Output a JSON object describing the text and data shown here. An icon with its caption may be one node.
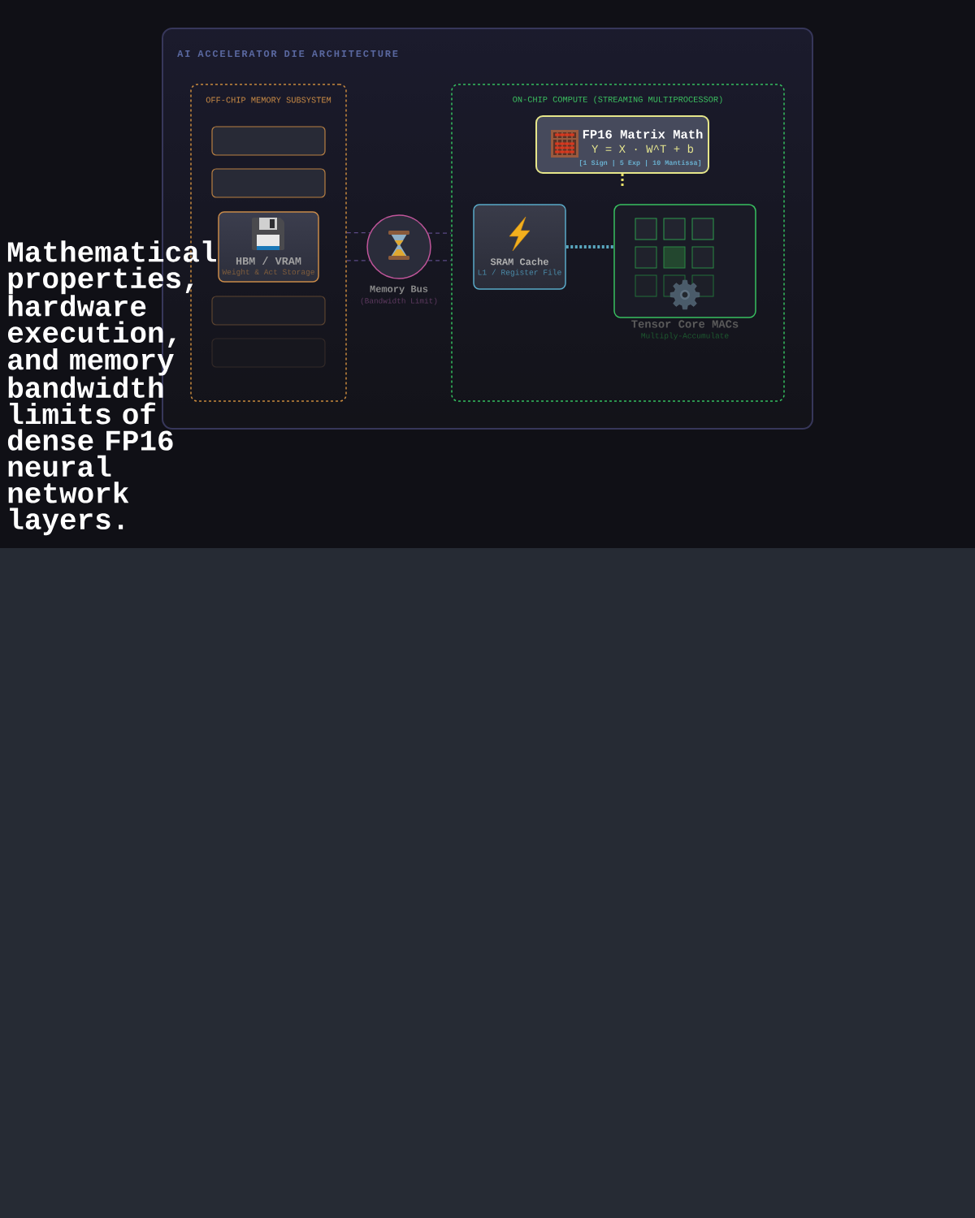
{
  "diagram": {
    "title": "Mathematical properties, hardware execution, and memory bandwidth limits of dense FP16 neural network layers.",
    "nodes": [
      {
        "text": [
          "AI ACCELERATOR DIE ARCHITECTURE"
        ]
      },
      {
        "text": [
          "OFF-CHIP MEMORY SUBSYSTEM"
        ],
        "in": 0
      },
      {
        "text": [],
        "shape": "box",
        "in": 1
      },
      {
        "text": [],
        "shape": "box",
        "in": 1
      },
      {
        "text": [
          "HBM / VRAM",
          "Weight & Act Storage"
        ],
        "in": 1
      },
      {
        "text": [],
        "shape": "box",
        "in": 1
      },
      {
        "text": [],
        "shape": "box",
        "in": 1
      },
      {
        "text": [
          "Memory Bus",
          "(Bandwidth Limit)"
        ],
        "in": 0
      },
      {
        "text": [
          "ON-CHIP COMPUTE (STREAMING MULTIPROCESSOR)"
        ],
        "in": 0
      },
      {
        "text": [
          "FP16 Matrix Math",
          "Y = X · W^T + b",
          "[1 Sign | 5 Exp | 10 Mantissa]"
        ],
        "in": 8
      },
      {
        "text": [
          "SRAM Cache",
          "L1 / Register File"
        ],
        "in": 8
      },
      {
        "text": [
          "Tensor Core MACs",
          "Multiply-Accumulate"
        ],
        "in": 8
      }
    ],
    "edges": [
      {
        "from": 1,
        "to": 7,
        "arrow": "none",
        "style": "dashed",
        "color": "#5b4a85"
      },
      {
        "from": 1,
        "to": 7,
        "arrow": "none",
        "style": "dashed",
        "color": "#5b4a85"
      },
      {
        "from": 7,
        "to": 8,
        "arrow": "none",
        "style": "dashed",
        "color": "#5b4a85"
      },
      {
        "from": 7,
        "to": 8,
        "arrow": "none",
        "style": "dashed",
        "color": "#5b4a85"
      },
      {
        "from": 9,
        "to": null,
        "arrow": "none",
        "style": "dashed",
        "color": "#e8e06a"
      },
      {
        "from": 10,
        "to": 11,
        "arrow": "none",
        "style": "dashed",
        "color": "#5aa8c0"
      }
    ]
  }
}
